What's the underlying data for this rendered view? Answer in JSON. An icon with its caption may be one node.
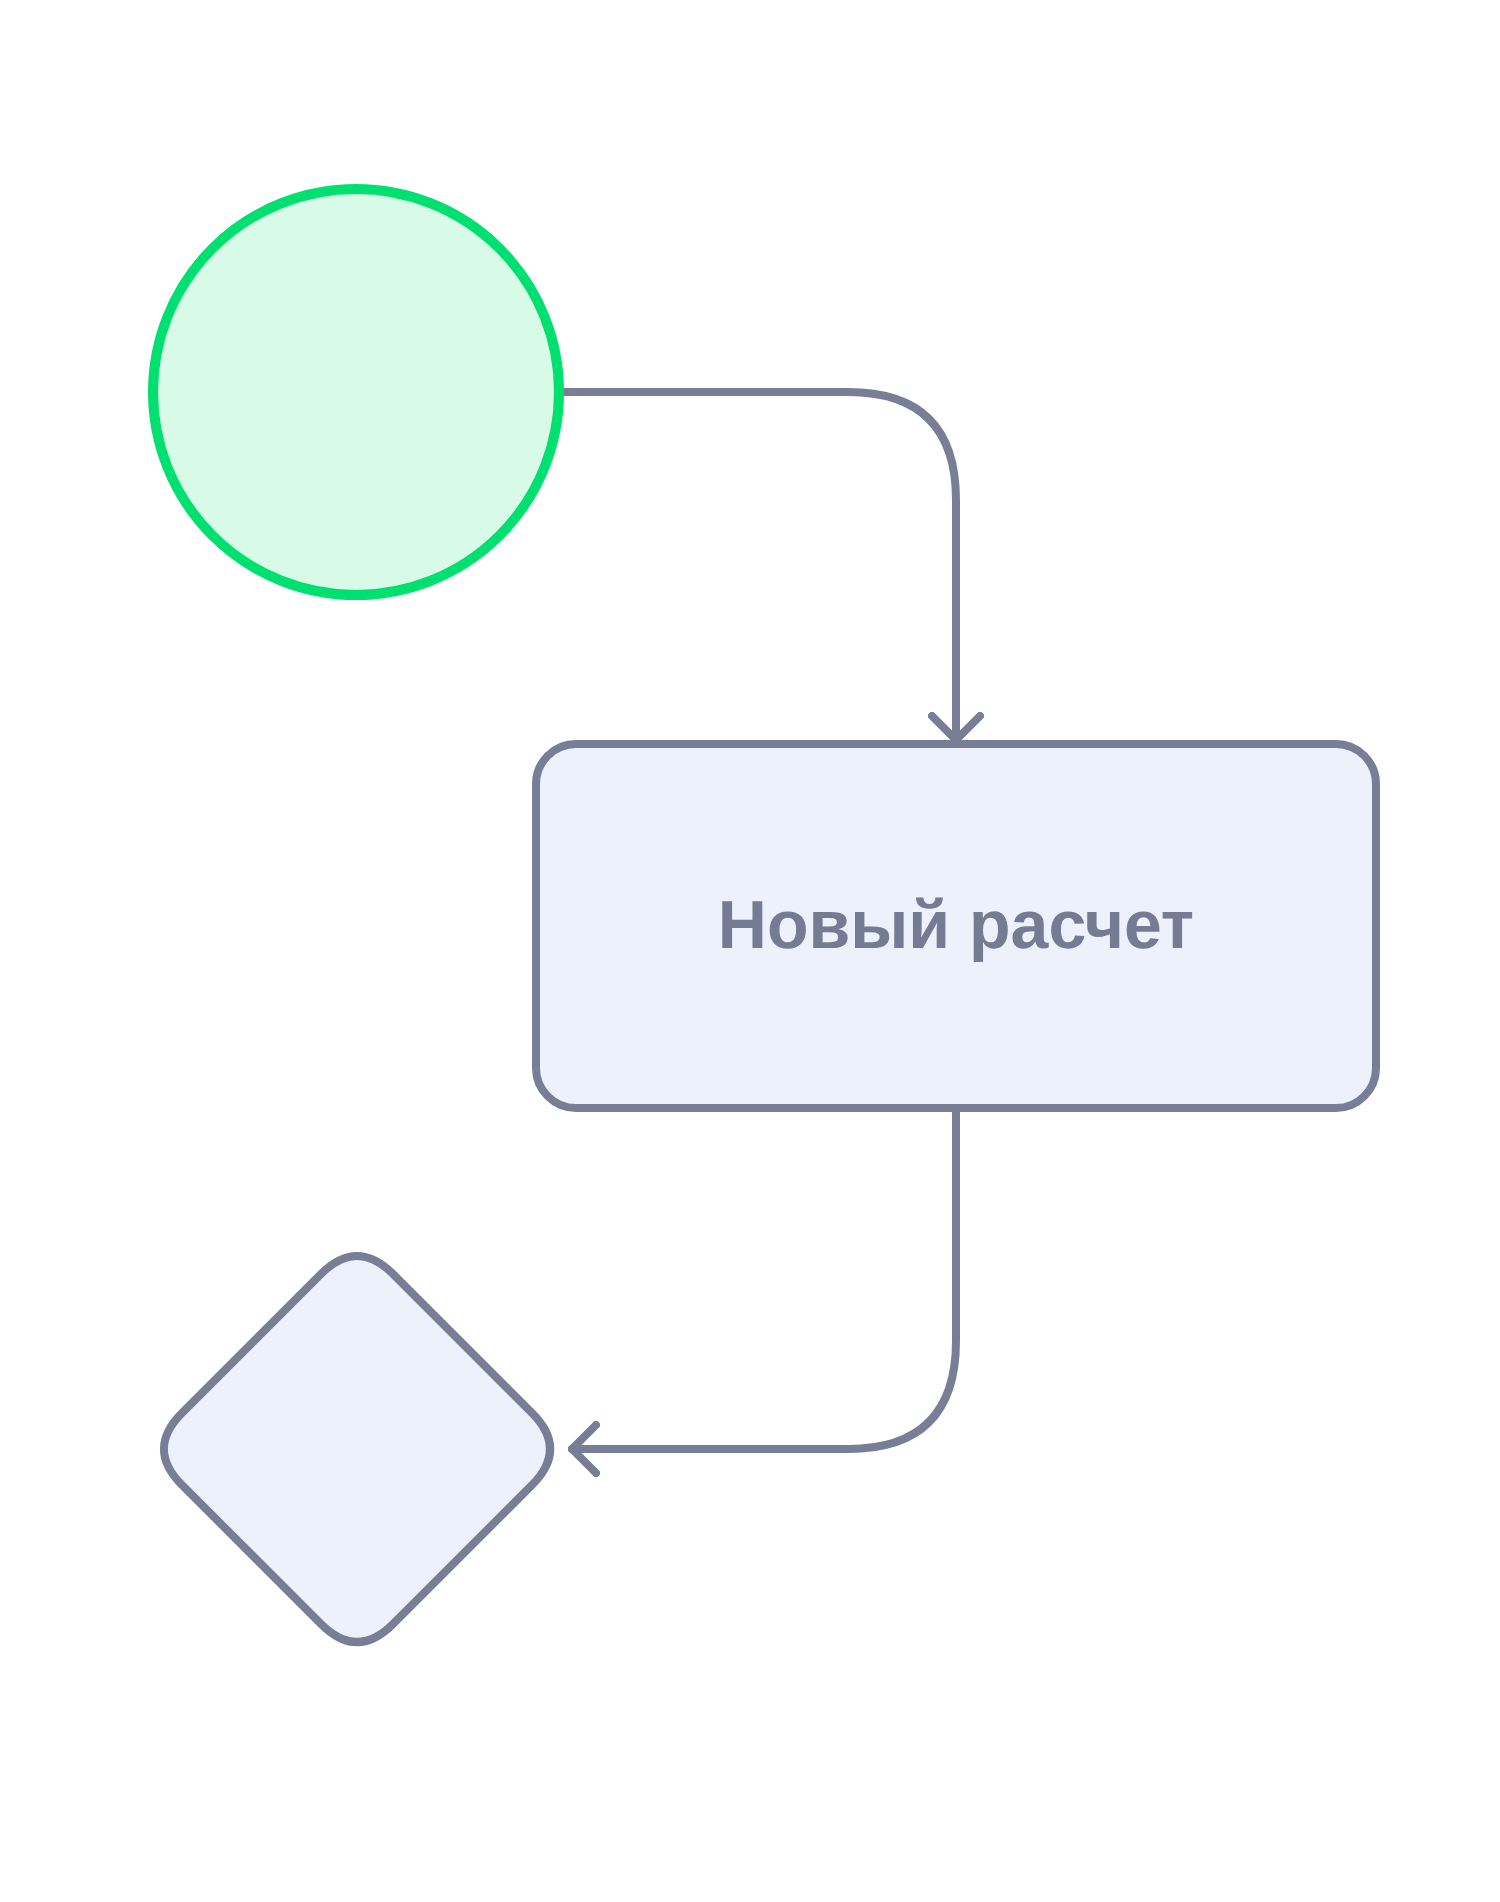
{
  "diagram": {
    "nodes": [
      {
        "text": [],
        "shape": "circle"
      },
      {
        "text": [
          "Новый расчет"
        ]
      },
      {
        "text": [],
        "shape": "diamond"
      }
    ],
    "edges": [
      {
        "from": 0,
        "to": 1,
        "arrow": "to"
      },
      {
        "from": 1,
        "to": 2,
        "arrow": "to"
      }
    ]
  }
}
